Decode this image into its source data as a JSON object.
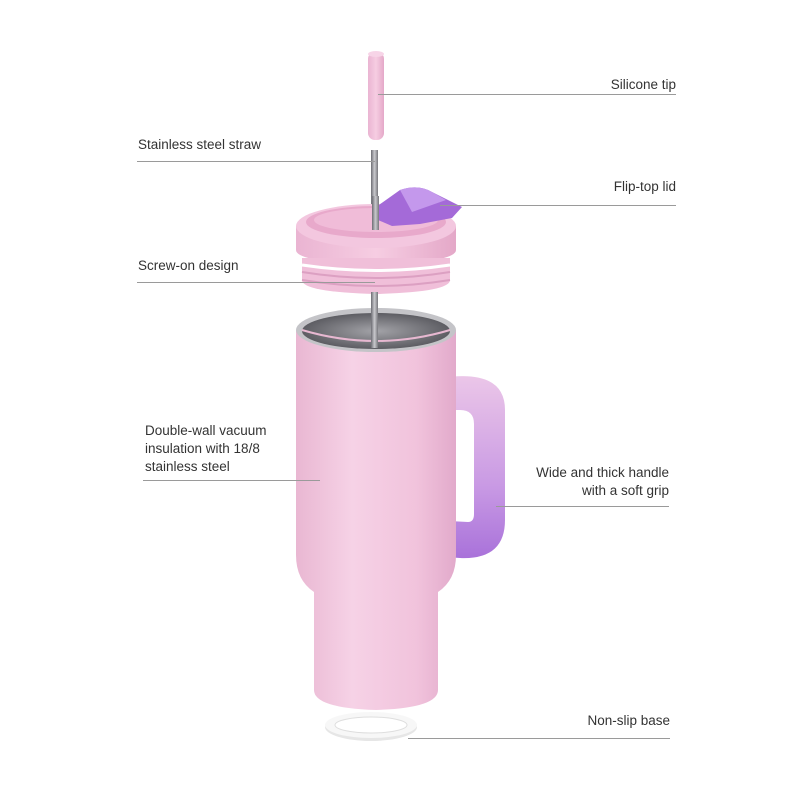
{
  "labels": {
    "silicone_tip": "Silicone tip",
    "stainless_steel_straw": "Stainless steel straw",
    "flip_top_lid": "Flip-top lid",
    "screw_on_design": "Screw-on design",
    "double_wall": "Double-wall vacuum\ninsulation with 18/8\nstainless steel",
    "handle": "Wide and thick handle\nwith a soft grip",
    "non_slip_base": "Non-slip base"
  },
  "colors": {
    "tumbler_pink": "#f2c6de",
    "lid_purple": "#a46ad8",
    "handle_purple": "#b98ae0",
    "steel": "#8f8f95",
    "base_ring": "#f4f4f4",
    "leader_line": "#9a9a9a",
    "label_text": "#333333"
  }
}
